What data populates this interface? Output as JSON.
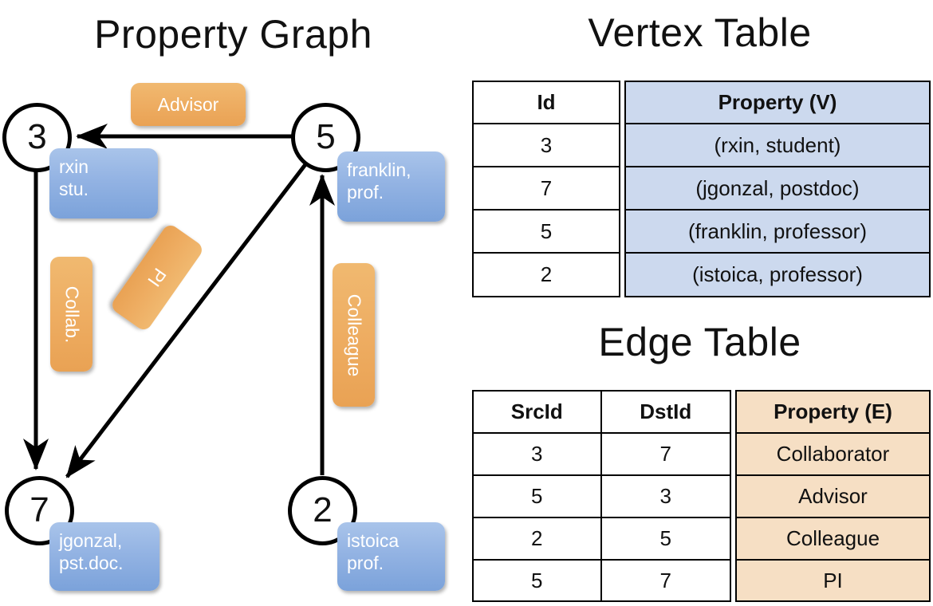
{
  "titles": {
    "property_graph": "Property Graph",
    "vertex_table": "Vertex Table",
    "edge_table": "Edge Table"
  },
  "colors": {
    "vertex_fill": "#ccd9ee",
    "edge_fill": "#f6dfc4",
    "node_box_blue": "#93b3e3",
    "edge_box_orange": "#eead62",
    "stroke": "#000000",
    "background": "#ffffff"
  },
  "graph": {
    "vertices": [
      {
        "id": "3",
        "property_label": "rxin\nstu.",
        "line1": "rxin",
        "line2": "stu."
      },
      {
        "id": "5",
        "property_label": "franklin,\nprof.",
        "line1": "franklin,",
        "line2": "prof."
      },
      {
        "id": "7",
        "property_label": "jgonzal,\npst.doc.",
        "line1": "jgonzal,",
        "line2": "pst.doc."
      },
      {
        "id": "2",
        "property_label": "istoica\nprof.",
        "line1": "istoica",
        "line2": "prof."
      }
    ],
    "edge_labels": [
      {
        "name": "advisor",
        "text": "Advisor",
        "orientation": "horizontal"
      },
      {
        "name": "collab",
        "text": "Collab.",
        "orientation": "vertical"
      },
      {
        "name": "pi",
        "text": "PI",
        "orientation": "rotated"
      },
      {
        "name": "colleague",
        "text": "Colleague",
        "orientation": "vertical"
      }
    ],
    "edges": [
      {
        "src": "5",
        "dst": "3",
        "label": "Advisor"
      },
      {
        "src": "3",
        "dst": "7",
        "label": "Collab."
      },
      {
        "src": "5",
        "dst": "7",
        "label": "PI"
      },
      {
        "src": "2",
        "dst": "5",
        "label": "Colleague"
      }
    ]
  },
  "vertex_table": {
    "headers": [
      "Id",
      "Property (V)"
    ],
    "rows": [
      {
        "id": "3",
        "property": "(rxin, student)"
      },
      {
        "id": "7",
        "property": "(jgonzal, postdoc)"
      },
      {
        "id": "5",
        "property": "(franklin, professor)"
      },
      {
        "id": "2",
        "property": "(istoica, professor)"
      }
    ]
  },
  "edge_table": {
    "headers": [
      "SrcId",
      "DstId",
      "Property (E)"
    ],
    "rows": [
      {
        "src": "3",
        "dst": "7",
        "property": "Collaborator"
      },
      {
        "src": "5",
        "dst": "3",
        "property": "Advisor"
      },
      {
        "src": "2",
        "dst": "5",
        "property": "Colleague"
      },
      {
        "src": "5",
        "dst": "7",
        "property": "PI"
      }
    ]
  }
}
